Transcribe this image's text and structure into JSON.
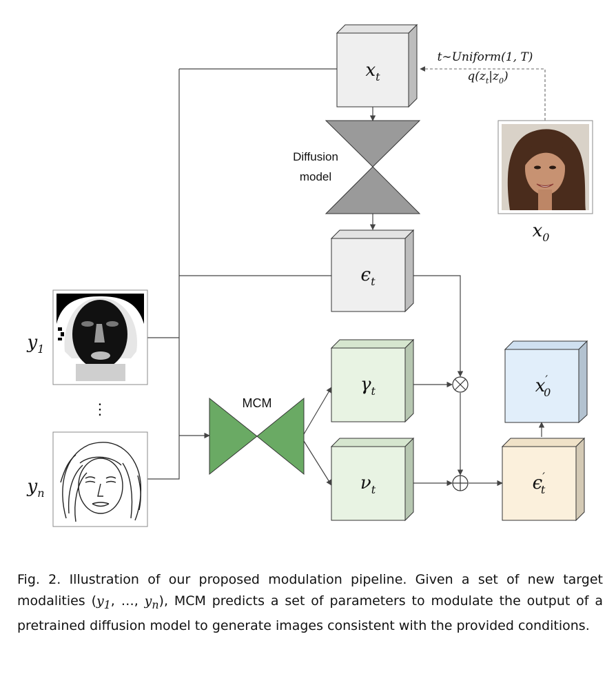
{
  "labels": {
    "xt": "x",
    "xt_sub": "t",
    "eps": "ϵ",
    "eps_sub": "t",
    "gamma": "γ",
    "gamma_sub": "t",
    "nu": "ν",
    "nu_sub": "t",
    "x0p": "x",
    "x0p_sub": "0",
    "x0p_prime": "′",
    "epsp": "ϵ",
    "epsp_prime": "′",
    "epsp_sub": "t",
    "x0": "x",
    "x0_sub": "0",
    "y1": "y",
    "y1_sub": "1",
    "yn": "y",
    "yn_sub": "n",
    "vdots": "⋮",
    "diffusion_line1": "Diffusion",
    "diffusion_line2": "model",
    "mcm": "MCM",
    "sampling_line1": "t∼Uniform(1, T)",
    "sampling_line2": "q(z",
    "sampling_line2_sub": "t",
    "sampling_line2_mid": "|z",
    "sampling_line2_sub2": "0",
    "sampling_line2_end": ")",
    "otimes": "⊗",
    "oplus": "⊕"
  },
  "caption": {
    "prefix": "Fig. 2.  Illustration of our proposed modulation pipeline. Given a set of new target modalities (",
    "y1": "y",
    "y1_sub": "1",
    "mid": ", …, ",
    "yn": "y",
    "yn_sub": "n",
    "suffix": "), MCM predicts a set of parameters to modulate the output of a pretrained diffusion model to generate images consistent with the provided conditions."
  },
  "colors": {
    "gray_box": "#efefef",
    "green_box": "#e8f3e3",
    "blue_box": "#e1eefa",
    "orange_box": "#fbf0dc",
    "diffusion": "#9a9a9a",
    "mcm": "#6aaa64"
  }
}
